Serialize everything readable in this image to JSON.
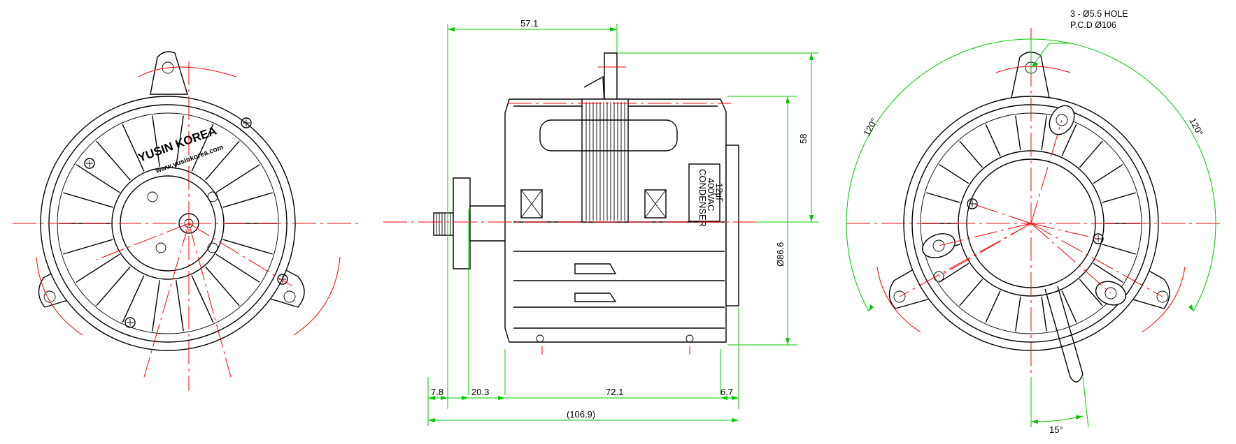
{
  "brand": {
    "name": "YUSIN KOREA",
    "url": "www.yusinkorea.com"
  },
  "capacitor": {
    "line1": "CONDENSER",
    "line2": "400VAC",
    "line3": "12㎌"
  },
  "side_view_dims": {
    "top_length": "57.1",
    "height_upper": "58",
    "diameter": "Ø86.6",
    "seg1": "7.8",
    "seg2": "20.3",
    "seg3": "72.1",
    "seg4": "6.7",
    "total": "(106.9)"
  },
  "rear_view_dims": {
    "hole_note_1": "3 - Ø5.5 HOLE",
    "hole_note_2": "P.C.D Ø106",
    "angle_left": "120°",
    "angle_right": "120°",
    "angle_bottom": "15°"
  },
  "colors": {
    "outline": "#000000",
    "centerline": "#ff0000",
    "dimension": "#00c800"
  }
}
